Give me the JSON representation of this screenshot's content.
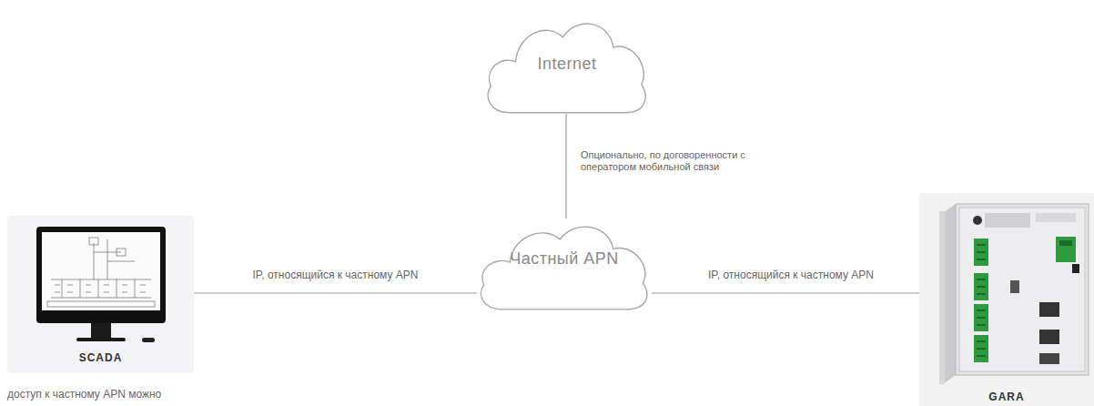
{
  "diagram": {
    "nodes": [
      {
        "text": [
          "Internet"
        ]
      },
      {
        "text": [
          "SCADA"
        ]
      },
      {
        "text": [
          "Частный APN"
        ]
      },
      {
        "text": [
          "GARA"
        ]
      }
    ],
    "edges": [
      {
        "from": 0,
        "to": 2,
        "arrow": "none",
        "label": "Опционально, по договоренности с оператором мобильной связи"
      },
      {
        "from": 1,
        "to": 2,
        "arrow": "none",
        "label": "IP, относящийся к частному APN"
      },
      {
        "from": 2,
        "to": 3,
        "arrow": "none",
        "label": "IP, относящийся к частному APN"
      }
    ],
    "labels": [
      "доступ к частному APN можно"
    ]
  }
}
